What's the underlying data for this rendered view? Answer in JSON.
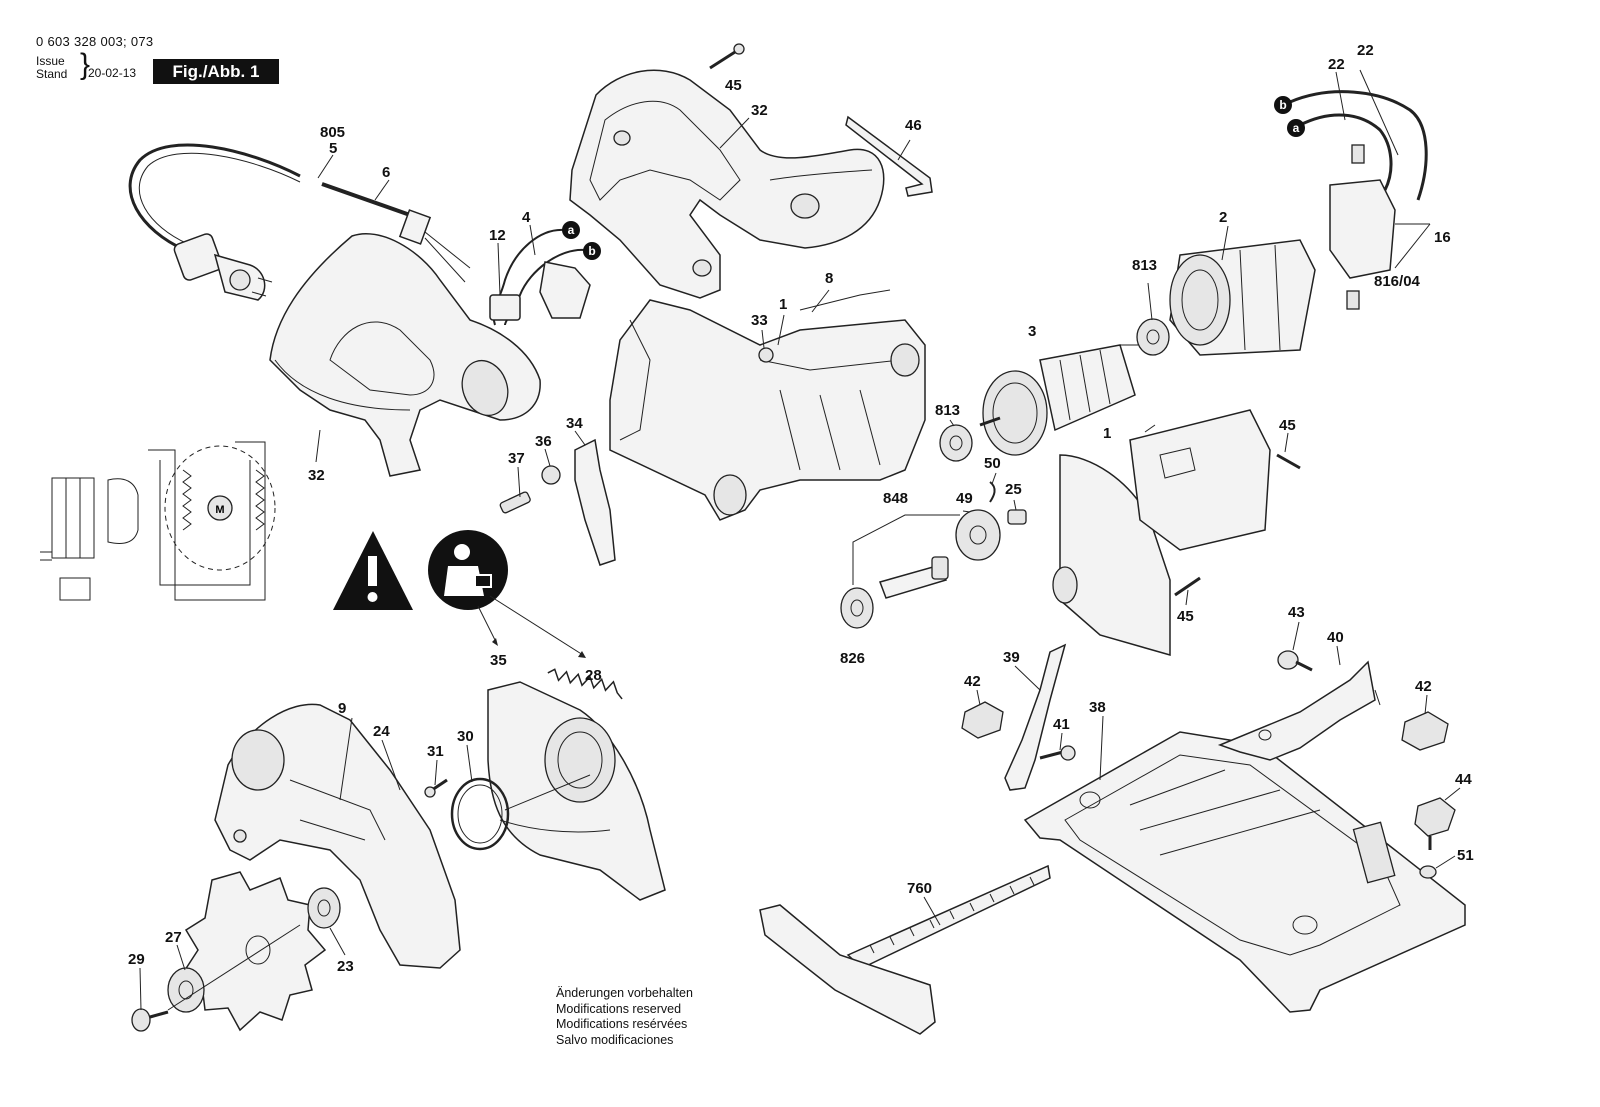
{
  "header": {
    "doc_number": "0 603 328 003;  073",
    "issue_label": "Issue",
    "stand_label": "Stand",
    "date": "20-02-13",
    "figure_label": "Fig./Abb. 1"
  },
  "part_labels": [
    "805",
    "5",
    "6",
    "4",
    "12",
    "32",
    "45",
    "32",
    "46",
    "22",
    "22",
    "16",
    "2",
    "816/04",
    "813",
    "3",
    "8",
    "1",
    "33",
    "34",
    "36",
    "37",
    "813",
    "50",
    "25",
    "848",
    "49",
    "826",
    "1",
    "45",
    "45",
    "35",
    "28",
    "9",
    "24",
    "31",
    "30",
    "39",
    "42",
    "41",
    "38",
    "43",
    "40",
    "42",
    "44",
    "51",
    "760",
    "29",
    "27",
    "23"
  ],
  "wire_markers": [
    "a",
    "b",
    "a",
    "b"
  ],
  "notice_lines": [
    "Änderungen vorbehalten",
    "Modifications reserved",
    "Modifications resérvées",
    "Salvo modificaciones"
  ],
  "symbols": [
    "warning-triangle-icon",
    "read-manual-icon",
    "motor-schematic-icon"
  ]
}
